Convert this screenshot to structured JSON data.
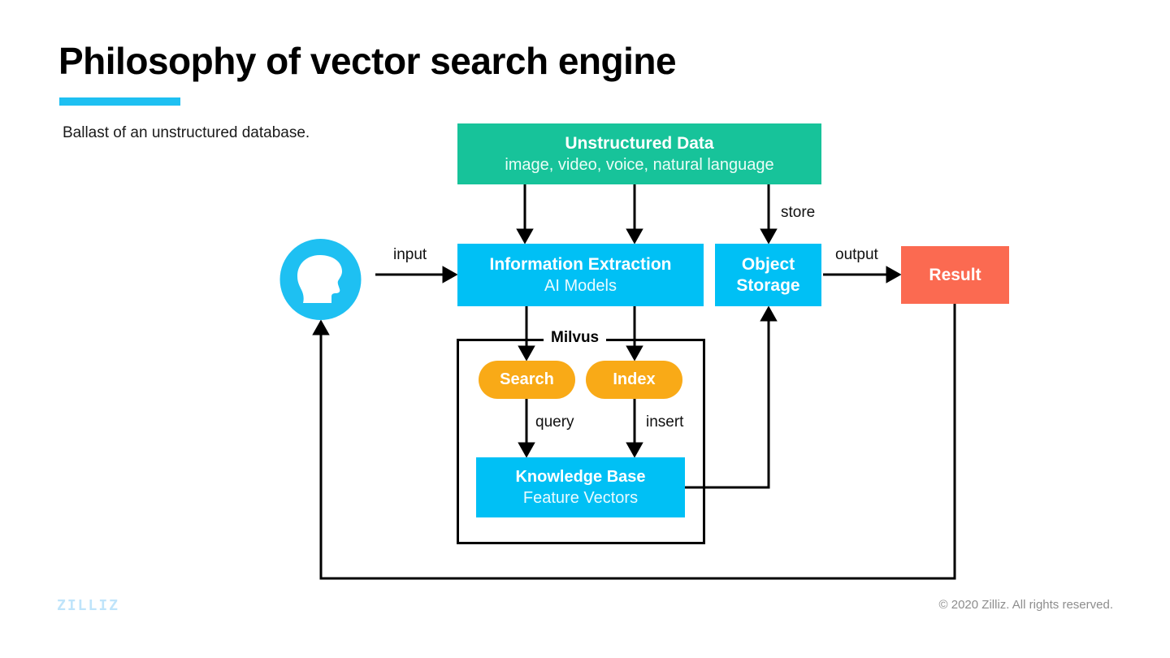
{
  "slide": {
    "title": "Philosophy of vector search engine",
    "subtitle": "Ballast of an unstructured database.",
    "accent_color": "#1ec0f2"
  },
  "footer": {
    "logo": "ZILLIZ",
    "copyright": "© 2020 Zilliz. All rights reserved."
  },
  "diagram": {
    "milvus_label": "Milvus",
    "nodes": {
      "unstructured_data": {
        "title": "Unstructured Data",
        "subtitle": "image, video, voice, natural language",
        "color": "#17c39a"
      },
      "information_extraction": {
        "title": "Information Extraction",
        "subtitle": "AI Models",
        "color": "#00c0f5"
      },
      "object_storage": {
        "title": "Object\nStorage",
        "title_line1": "Object",
        "title_line2": "Storage",
        "color": "#00c0f5"
      },
      "result": {
        "title": "Result",
        "color": "#fb6a51"
      },
      "search": {
        "title": "Search",
        "color": "#f9aa17"
      },
      "index": {
        "title": "Index",
        "color": "#f9aa17"
      },
      "knowledge_base": {
        "title": "Knowledge Base",
        "subtitle": "Feature Vectors",
        "color": "#00c0f5"
      }
    },
    "edge_labels": {
      "input": "input",
      "store": "store",
      "output": "output",
      "query": "query",
      "insert": "insert"
    },
    "icons": {
      "person": "person-head-icon"
    }
  }
}
